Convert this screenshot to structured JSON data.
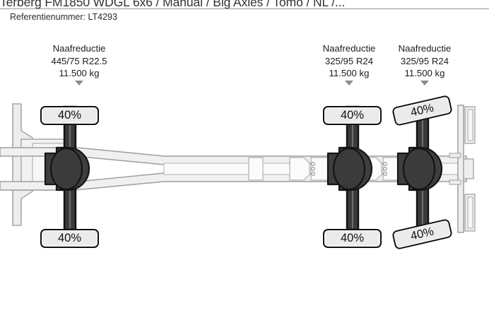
{
  "header": {
    "listing_title": "Terberg FM1850 WDGL 6x6 / Manual / Big Axles / Tomo / NL /...",
    "reference_label": "Referentienummer: LT4293"
  },
  "axles": [
    {
      "id": "front",
      "type_label": "Naafreductie",
      "tire_size": "445/75 R22.5",
      "capacity": "11.500 kg",
      "brake_top": "40%",
      "brake_bottom": "40%"
    },
    {
      "id": "mid",
      "type_label": "Naafreductie",
      "tire_size": "325/95 R24",
      "capacity": "11.500 kg",
      "brake_top": "40%",
      "brake_bottom": "40%"
    },
    {
      "id": "rear",
      "type_label": "Naafreductie",
      "tire_size": "325/95 R24",
      "capacity": "11.500 kg",
      "brake_top": "40%",
      "brake_bottom": "40%"
    }
  ],
  "diagram": {
    "view": "top-down chassis schematic",
    "axle_count": 3,
    "colors": {
      "chassis_fill": "#efefef",
      "chassis_stroke": "#9e9e9e",
      "axle_dark": "#3a3a3a",
      "axle_outline": "#141414",
      "badge_fill": "#ebebeb",
      "badge_border": "#111111",
      "caret": "#8d8d8d"
    }
  }
}
